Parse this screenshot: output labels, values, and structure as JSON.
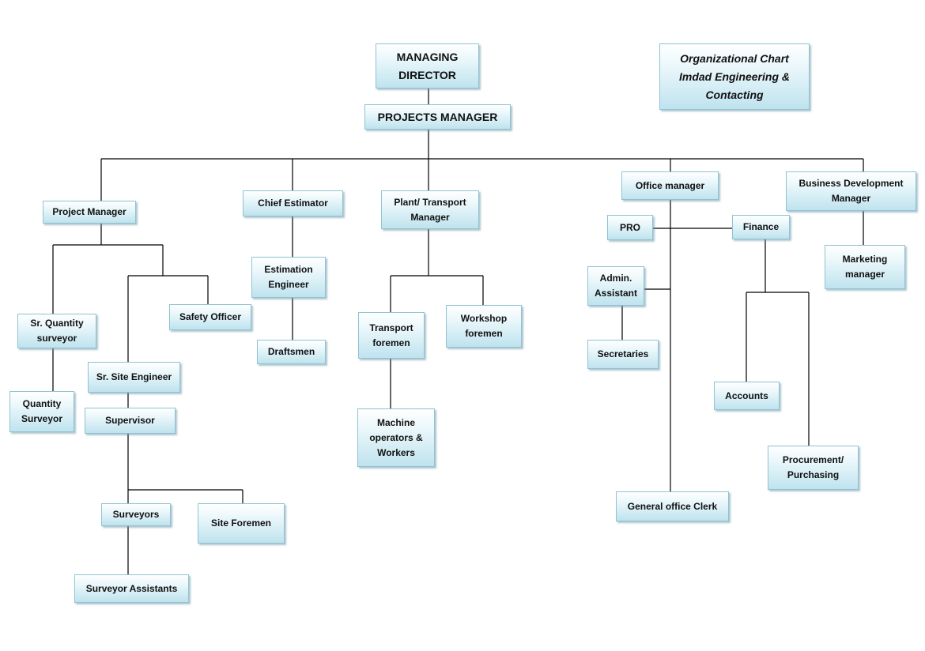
{
  "title": {
    "text": "Organizational Chart\nImdad Engineering &\nContacting"
  },
  "nodes": {
    "managing_director": "MANAGING\nDIRECTOR",
    "projects_manager": "PROJECTS MANAGER",
    "project_manager": "Project Manager",
    "chief_estimator": "Chief Estimator",
    "plant_transport_manager": "Plant/ Transport\nManager",
    "office_manager": "Office manager",
    "business_development_manager": "Business Development\nManager",
    "pro": "PRO",
    "finance": "Finance",
    "marketing_manager": "Marketing\nmanager",
    "sr_quantity_surveyor": "Sr. Quantity\nsurveyor",
    "safety_officer": "Safety Officer",
    "estimation_engineer": "Estimation\nEngineer",
    "draftsmen": "Draftsmen",
    "transport_foremen": "Transport\nforemen",
    "workshop_foremen": "Workshop\nforemen",
    "admin_assistant": "Admin.\nAssistant",
    "secretaries": "Secretaries",
    "quantity_surveyor": "Quantity\nSurveyor",
    "sr_site_engineer": "Sr.  Site Engineer",
    "supervisor": "Supervisor",
    "machine_operators_workers": "Machine\noperators &\nWorkers",
    "accounts": "Accounts",
    "procurement_purchasing": "Procurement/\nPurchasing",
    "general_office_clerk": "General office Clerk",
    "surveyors": "Surveyors",
    "site_foremen": "Site Foremen",
    "surveyor_assistants": "Surveyor Assistants"
  },
  "colors": {
    "box_top": "#ffffff",
    "box_bottom": "#bfe3ee",
    "box_border": "#8fc3d3",
    "connector": "#000000"
  }
}
